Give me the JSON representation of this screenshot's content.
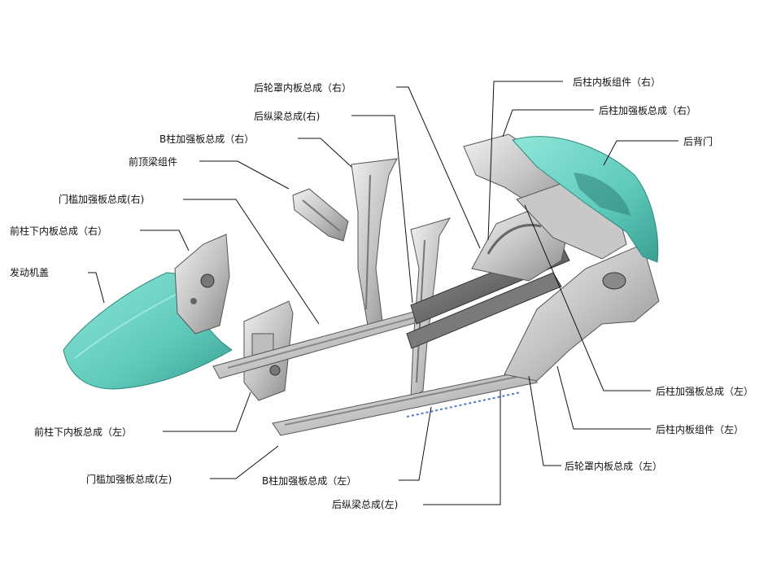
{
  "colors": {
    "background": "#ffffff",
    "panel_teal": "#6fd6c8",
    "panel_teal_dark": "#3fa89c",
    "steel_light": "#dcdcdc",
    "steel_mid": "#a9a9a9",
    "steel_dark": "#4a4a4a",
    "line": "#111111"
  },
  "labels": {
    "rear_wheelhouse_inner_r": "后轮罩内板总成（右）",
    "rear_rail_r": "后纵梁总成(右)",
    "b_pillar_reinf_r": "B柱加强板总成（右）",
    "front_roof_beam": "前顶梁组件",
    "sill_reinf_r": "门槛加强板总成(右)",
    "front_pillar_lower_inner_r": "前柱下内板总成（右）",
    "hood": "发动机盖",
    "rear_pillar_inner_r": "后柱内板组件（右）",
    "rear_pillar_reinf_r": "后柱加强板总成（右）",
    "tailgate": "后背门",
    "rear_pillar_reinf_l": "后柱加强板总成（左）",
    "rear_pillar_inner_l": "后柱内板组件（左）",
    "rear_wheelhouse_inner_l": "后轮罩内板总成（左）",
    "front_pillar_lower_inner_l": "前柱下内板总成（左）",
    "sill_reinf_l": "门槛加强板总成(左)",
    "b_pillar_reinf_l": "B柱加强板总成（左）",
    "rear_rail_l": "后纵梁总成(左)"
  }
}
